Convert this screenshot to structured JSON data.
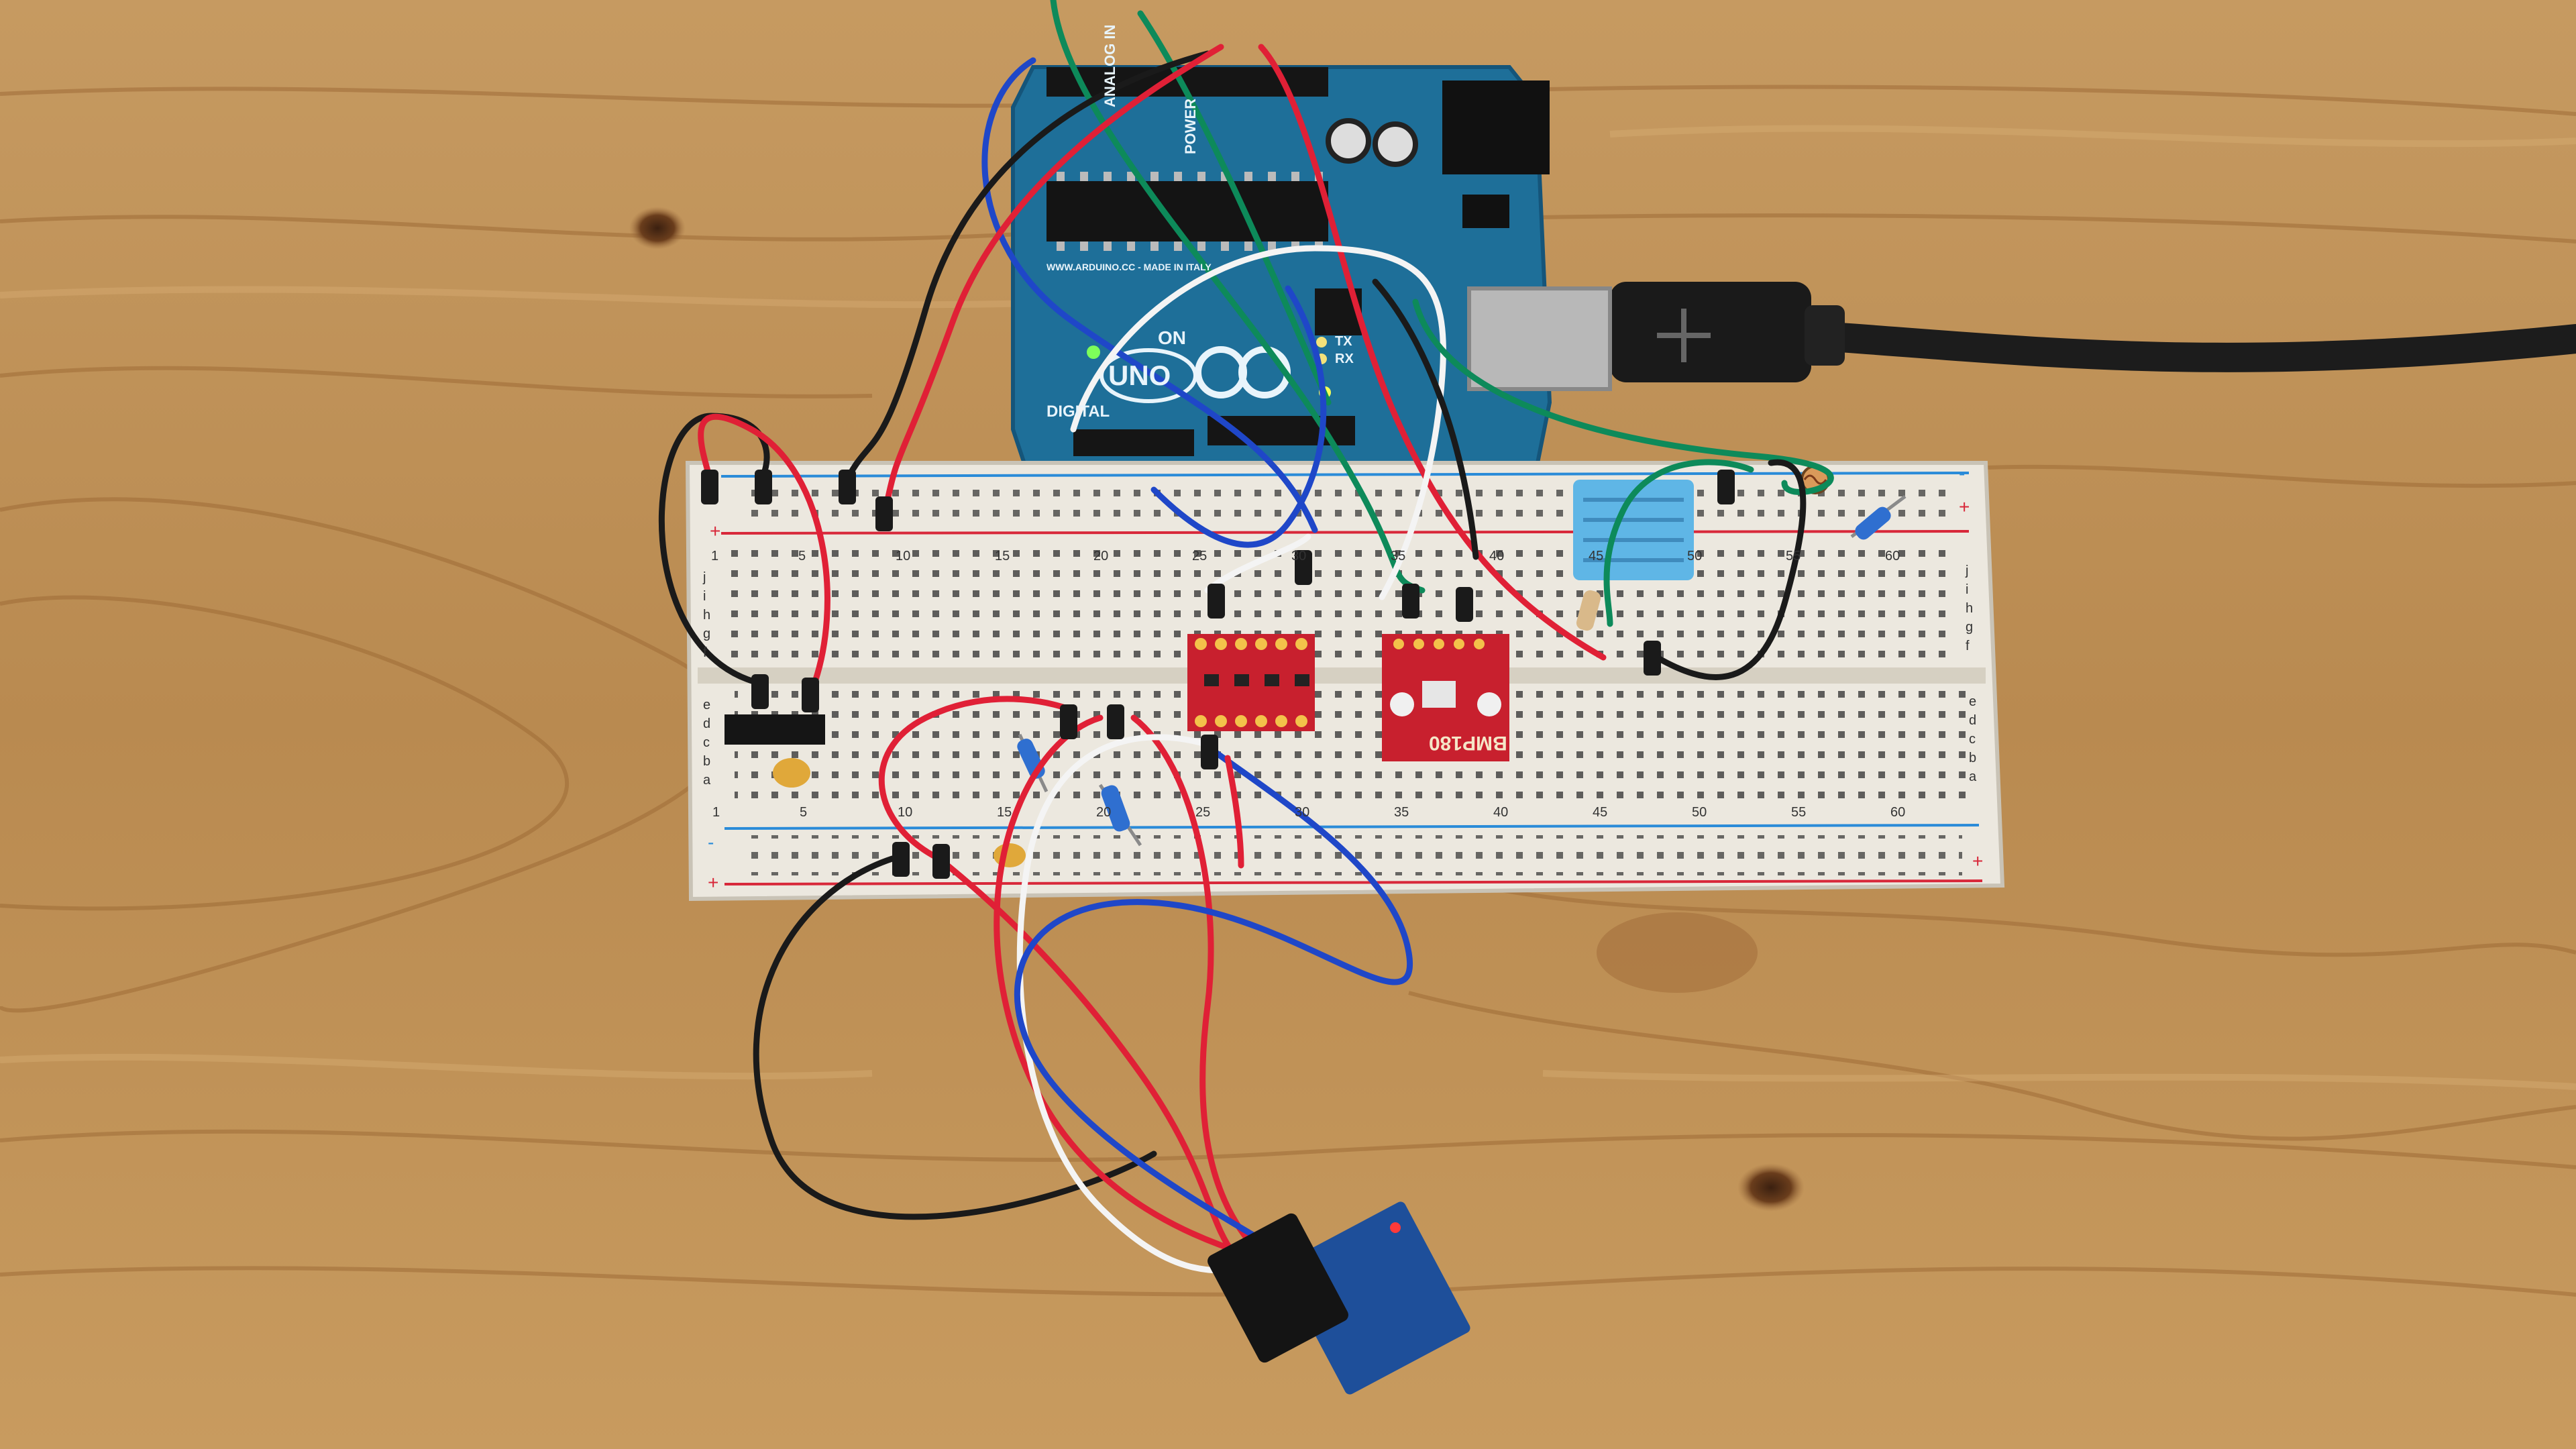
{
  "image": {
    "subject": "arduino-breadboard-circuit",
    "colors": {
      "wood": "#b88a52",
      "wood_dark": "#8a5a2c",
      "arduino_blue": "#1e6f99",
      "breadboard": "#ece8df",
      "rail_red": "#d8283a",
      "rail_blue": "#2a8bd8",
      "wire_red": "#e02036",
      "wire_black": "#1a1a1a",
      "wire_blue": "#1f47c8",
      "wire_green": "#0d8a5a",
      "wire_white": "#f4f4f4",
      "module_red": "#c8202e",
      "sensor_blue": "#5fb6e6",
      "rf_blue": "#1e4f9a",
      "cable": "#1c1c1c"
    }
  },
  "labels": {
    "arduino_uno": "UNO",
    "arduino_on": "ON",
    "arduino_analog": "ANALOG IN",
    "arduino_power": "POWER",
    "arduino_digital": "DIGITAL",
    "arduino_tx": "TX",
    "arduino_rx": "RX",
    "arduino_site": "WWW.ARDUINO.CC - MADE IN ITALY",
    "bmp_module": "BMP180"
  },
  "breadboard": {
    "column_numbers": [
      "1",
      "5",
      "10",
      "15",
      "20",
      "25",
      "30",
      "35",
      "40",
      "45",
      "50",
      "55",
      "60"
    ],
    "row_letters_top": [
      "j",
      "i",
      "h",
      "g",
      "f"
    ],
    "row_letters_bottom": [
      "e",
      "d",
      "c",
      "b",
      "a"
    ],
    "rail_plus": "+",
    "rail_minus": "-"
  }
}
